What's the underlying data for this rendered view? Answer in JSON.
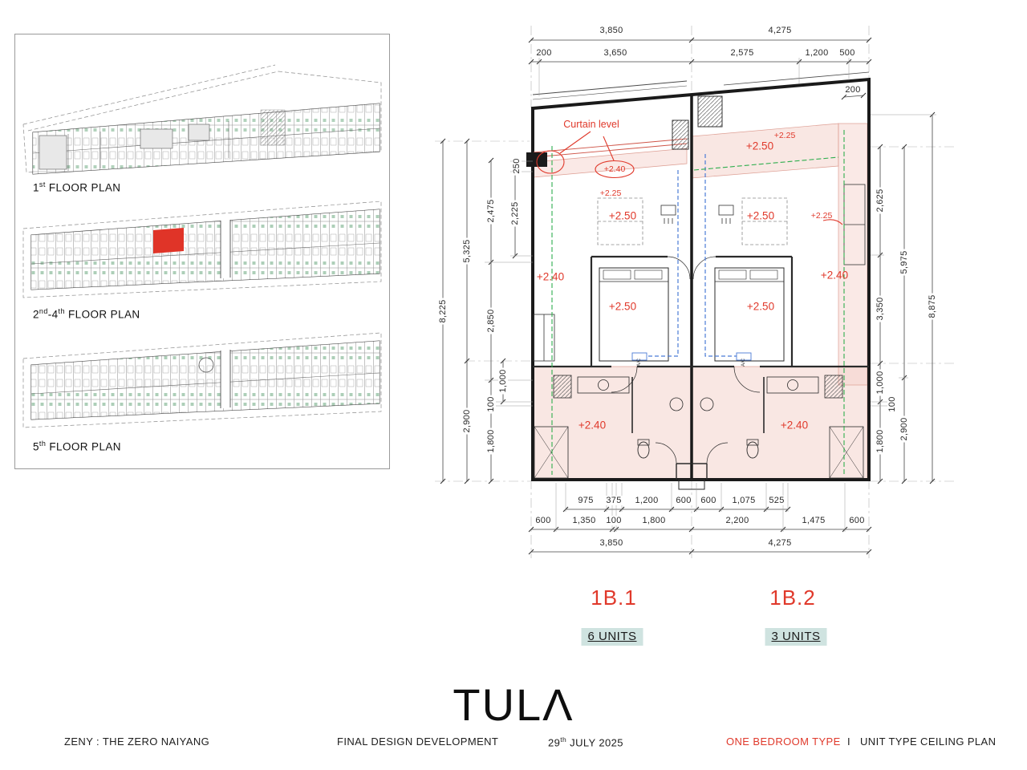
{
  "colors": {
    "accent_red": "#e0392b",
    "pink_zone": "#f3cfc8",
    "units_badge_bg": "#cfe3e0",
    "green_line": "#2fae4e",
    "blue_line": "#4b7bd6"
  },
  "key_plans": {
    "plans": [
      {
        "num": "1",
        "sup": "st",
        "rest": " FLOOR PLAN"
      },
      {
        "num": "2",
        "sup": "nd",
        "mid": "-4",
        "sup2": "th",
        "rest": " FLOOR PLAN"
      },
      {
        "num": "5",
        "sup": "th",
        "rest": " FLOOR PLAN"
      }
    ]
  },
  "plan": {
    "curtain_label": "Curtain level",
    "ac_label": "A/C",
    "levels": [
      "+2.40",
      "+2.25",
      "+2.50",
      "+2.50",
      "+2.50",
      "+2.25",
      "+2.25",
      "+2.40",
      "+2.40",
      "+2.50",
      "+2.50",
      "+2.40",
      "+2.40"
    ],
    "units": [
      {
        "name": "1B.1",
        "count": "6 UNITS"
      },
      {
        "name": "1B.2",
        "count": "3 UNITS"
      }
    ]
  },
  "dims": {
    "top_row1": [
      "3,850",
      "4,275"
    ],
    "top_row2": [
      "200",
      "3,650",
      "2,575",
      "1,200",
      "500"
    ],
    "left": [
      "8,225",
      "5,325",
      "2,900",
      "2,475",
      "2,850",
      "1,000",
      "100",
      "1,800",
      "2,225",
      "250"
    ],
    "right": [
      "200",
      "2,625",
      "3,350",
      "1,000",
      "1,800",
      "100",
      "5,975",
      "2,900",
      "8,875"
    ],
    "bottom_row1": [
      "975",
      "375",
      "1,200",
      "600",
      "600",
      "1,075",
      "525"
    ],
    "bottom_row2": [
      "600",
      "1,350",
      "100",
      "1,800",
      "2,200",
      "1,475",
      "600"
    ],
    "bottom_row3": [
      "3,850",
      "4,275"
    ]
  },
  "logo": "TULΛ",
  "footer": {
    "project": "ZENY :  THE ZERO NAIYANG",
    "phase": "FINAL DESIGN DEVELOPMENT",
    "date_num": "29",
    "date_sup": "th",
    "date_rest": " JULY 2025",
    "type_label": "ONE BEDROOM TYPE",
    "divider": "I",
    "sheet_title": "UNIT TYPE CEILING PLAN"
  }
}
